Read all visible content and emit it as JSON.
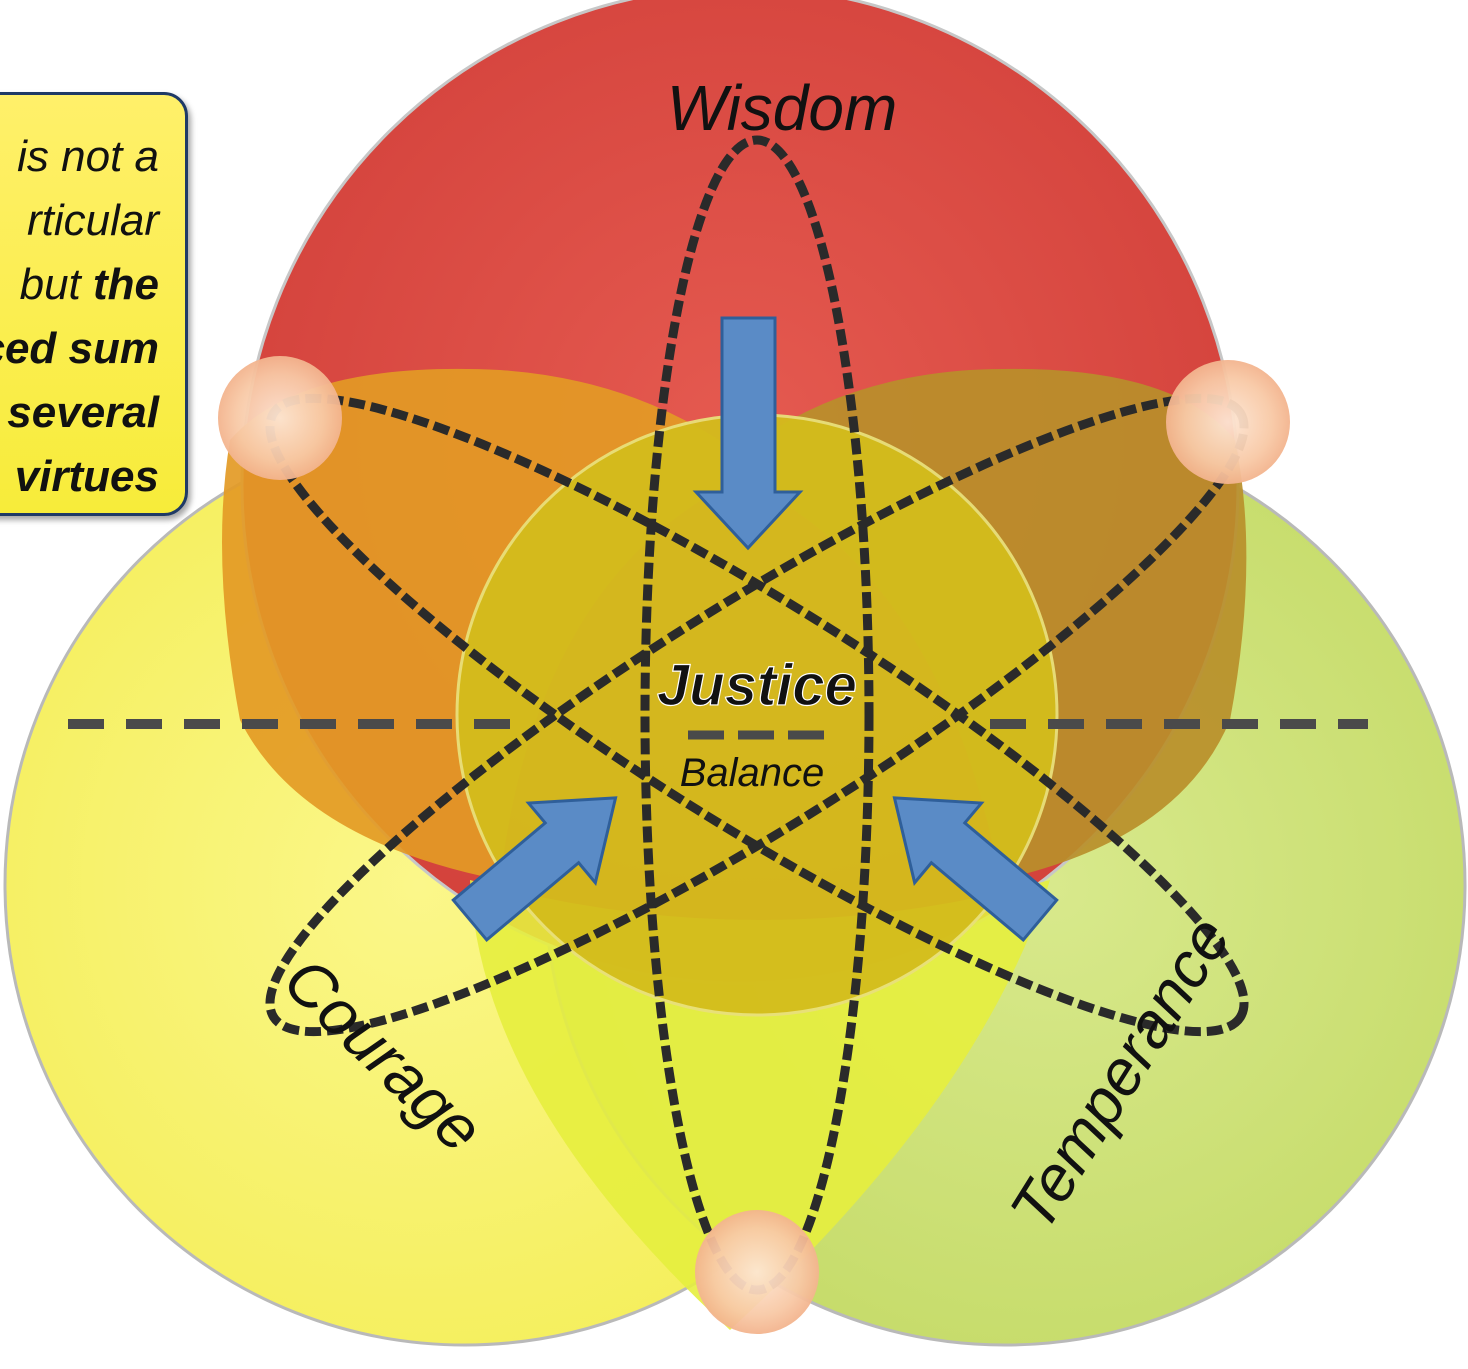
{
  "callout": {
    "lines": [
      {
        "plain": "is not a",
        "bold": ""
      },
      {
        "plain": "rticular",
        "bold": ""
      },
      {
        "plain": "but ",
        "bold": "the"
      },
      {
        "plain": "",
        "bold": "ced sum"
      },
      {
        "plain": "",
        "bold": "several"
      },
      {
        "plain": "",
        "bold": "virtues"
      }
    ]
  },
  "circles": {
    "wisdom": {
      "label": "Wisdom",
      "color": "#d9403a"
    },
    "courage": {
      "label": "Courage",
      "color": "#f7f25a"
    },
    "temperance": {
      "label": "Temperance",
      "color": "#c9de6a"
    }
  },
  "center": {
    "title": "Justice",
    "subtitle": "Balance"
  },
  "colors": {
    "arrow": "#5a8bc6",
    "orbit": "#2a2a2a",
    "dashes": "#4a4a4a",
    "nucleus": "#f7c8a8"
  }
}
